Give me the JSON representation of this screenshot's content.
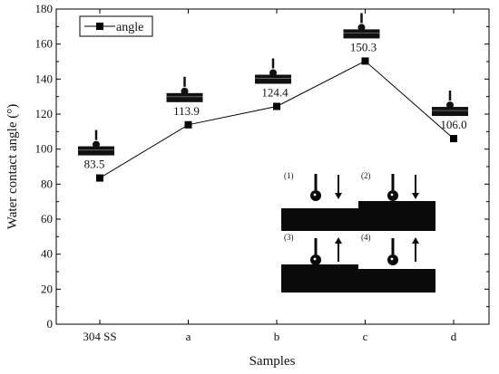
{
  "chart_data": {
    "type": "line",
    "categories": [
      "304 SS",
      "a",
      "b",
      "c",
      "d"
    ],
    "series": [
      {
        "name": "angle",
        "values": [
          83.5,
          113.9,
          124.4,
          150.3,
          106.0
        ]
      }
    ],
    "data_labels": [
      "83.5",
      "113.9",
      "124.4",
      "150.3",
      "106.0"
    ],
    "xlabel": "Samples",
    "ylabel": "Water contact angle (°)",
    "ylim": [
      0,
      180
    ],
    "y_ticks": [
      0,
      20,
      40,
      60,
      80,
      100,
      120,
      140,
      160,
      180
    ],
    "grid": false,
    "legend_position": "top-left",
    "line_color": "#000000",
    "inset": {
      "panels": [
        {
          "label": "(1)",
          "arrow": "down"
        },
        {
          "label": "(2)",
          "arrow": "down"
        },
        {
          "label": "(3)",
          "arrow": "up"
        },
        {
          "label": "(4)",
          "arrow": "up"
        }
      ]
    }
  }
}
